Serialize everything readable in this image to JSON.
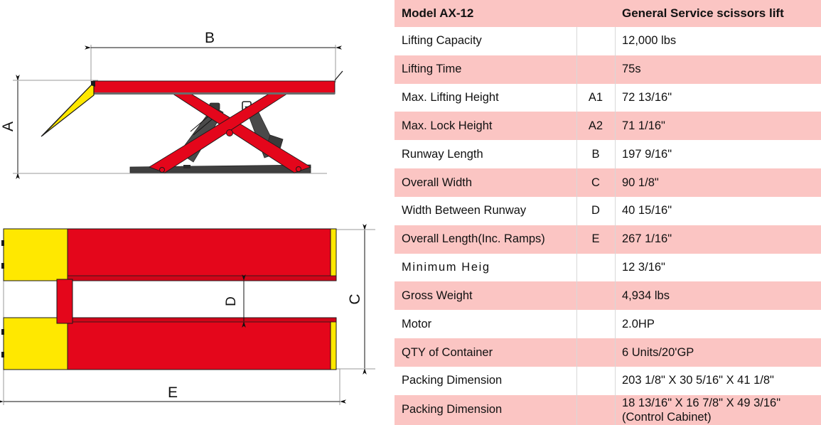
{
  "drawing": {
    "side_view": {
      "name": "scissor-lift-side-view",
      "dimension_labels": [
        "A",
        "B"
      ],
      "colors": {
        "platform": "#e4061b",
        "ramp": "#ffe800",
        "base": "#3f3f3f",
        "cylinder": "#4a4a4a"
      }
    },
    "top_view": {
      "name": "scissor-lift-top-view",
      "dimension_labels": [
        "C",
        "D",
        "E"
      ],
      "colors": {
        "runway": "#e4061b",
        "ramp": "#ffe800"
      }
    }
  },
  "table": {
    "header": {
      "model": "Model AX-12",
      "code": "",
      "type": "General Service scissors lift"
    },
    "columns": [
      "label",
      "code",
      "value"
    ],
    "rows": [
      {
        "label": "Lifting Capacity",
        "code": "",
        "value": "12,000 lbs"
      },
      {
        "label": "Lifting Time",
        "code": "",
        "value": "75s"
      },
      {
        "label": "Max. Lifting Height",
        "code": "A1",
        "value": "72 13/16\""
      },
      {
        "label": "Max. Lock Height",
        "code": "A2",
        "value": "71 1/16\""
      },
      {
        "label": "Runway Length",
        "code": "B",
        "value": "197 9/16\""
      },
      {
        "label": "Overall Width",
        "code": "C",
        "value": "90 1/8\""
      },
      {
        "label": "Width Between Runway",
        "code": "D",
        "value": "40 15/16\""
      },
      {
        "label": "Overall Length(Inc. Ramps)",
        "code": "E",
        "value": "267 1/16\""
      },
      {
        "label": "Minimum Heig",
        "code": "",
        "value": "12 3/16\""
      },
      {
        "label": "Gross Weight",
        "code": "",
        "value": "4,934 lbs"
      },
      {
        "label": "Motor",
        "code": "",
        "value": "2.0HP"
      },
      {
        "label": "QTY of Container",
        "code": "",
        "value": "6 Units/20'GP"
      },
      {
        "label": "Packing Dimension",
        "code": "",
        "value": "203 1/8\" X 30 5/16\" X 41 1/8\""
      },
      {
        "label": "Packing Dimension",
        "code": "",
        "value": "18 13/16\" X 16 7/8\" X 49 3/16\"\n(Control Cabinet)"
      }
    ],
    "colors": {
      "header_bg": "#fbc5c3",
      "stripe_bg": "#fbc5c3",
      "plain_bg": "#ffffff",
      "text": "#111111"
    }
  }
}
